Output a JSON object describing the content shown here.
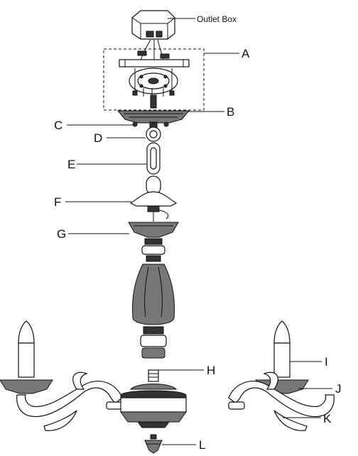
{
  "labels": {
    "outlet_box": "Outlet Box",
    "a": "A",
    "b": "B",
    "c": "C",
    "d": "D",
    "e": "E",
    "f": "F",
    "g": "G",
    "h": "H",
    "i": "I",
    "j": "J",
    "k": "K",
    "l": "L"
  }
}
